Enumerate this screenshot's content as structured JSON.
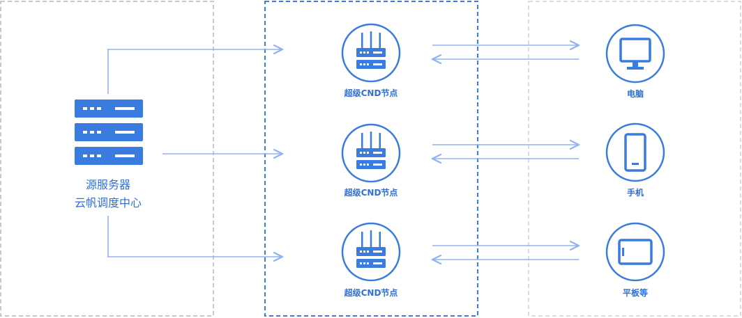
{
  "source": {
    "line1": "源服务器",
    "line2": "云帆调度中心"
  },
  "nodes": [
    {
      "label": "超级CND节点"
    },
    {
      "label": "超级CND节点"
    },
    {
      "label": "超级CND节点"
    }
  ],
  "devices": [
    {
      "label": "电脑",
      "icon": "monitor-icon"
    },
    {
      "label": "手机",
      "icon": "phone-icon"
    },
    {
      "label": "平板等",
      "icon": "tablet-icon"
    }
  ],
  "colors": {
    "accent": "#3a7be0",
    "line": "#8fb4f0",
    "gray_border": "#c8c8c8",
    "light_border": "#dcdcdc"
  }
}
